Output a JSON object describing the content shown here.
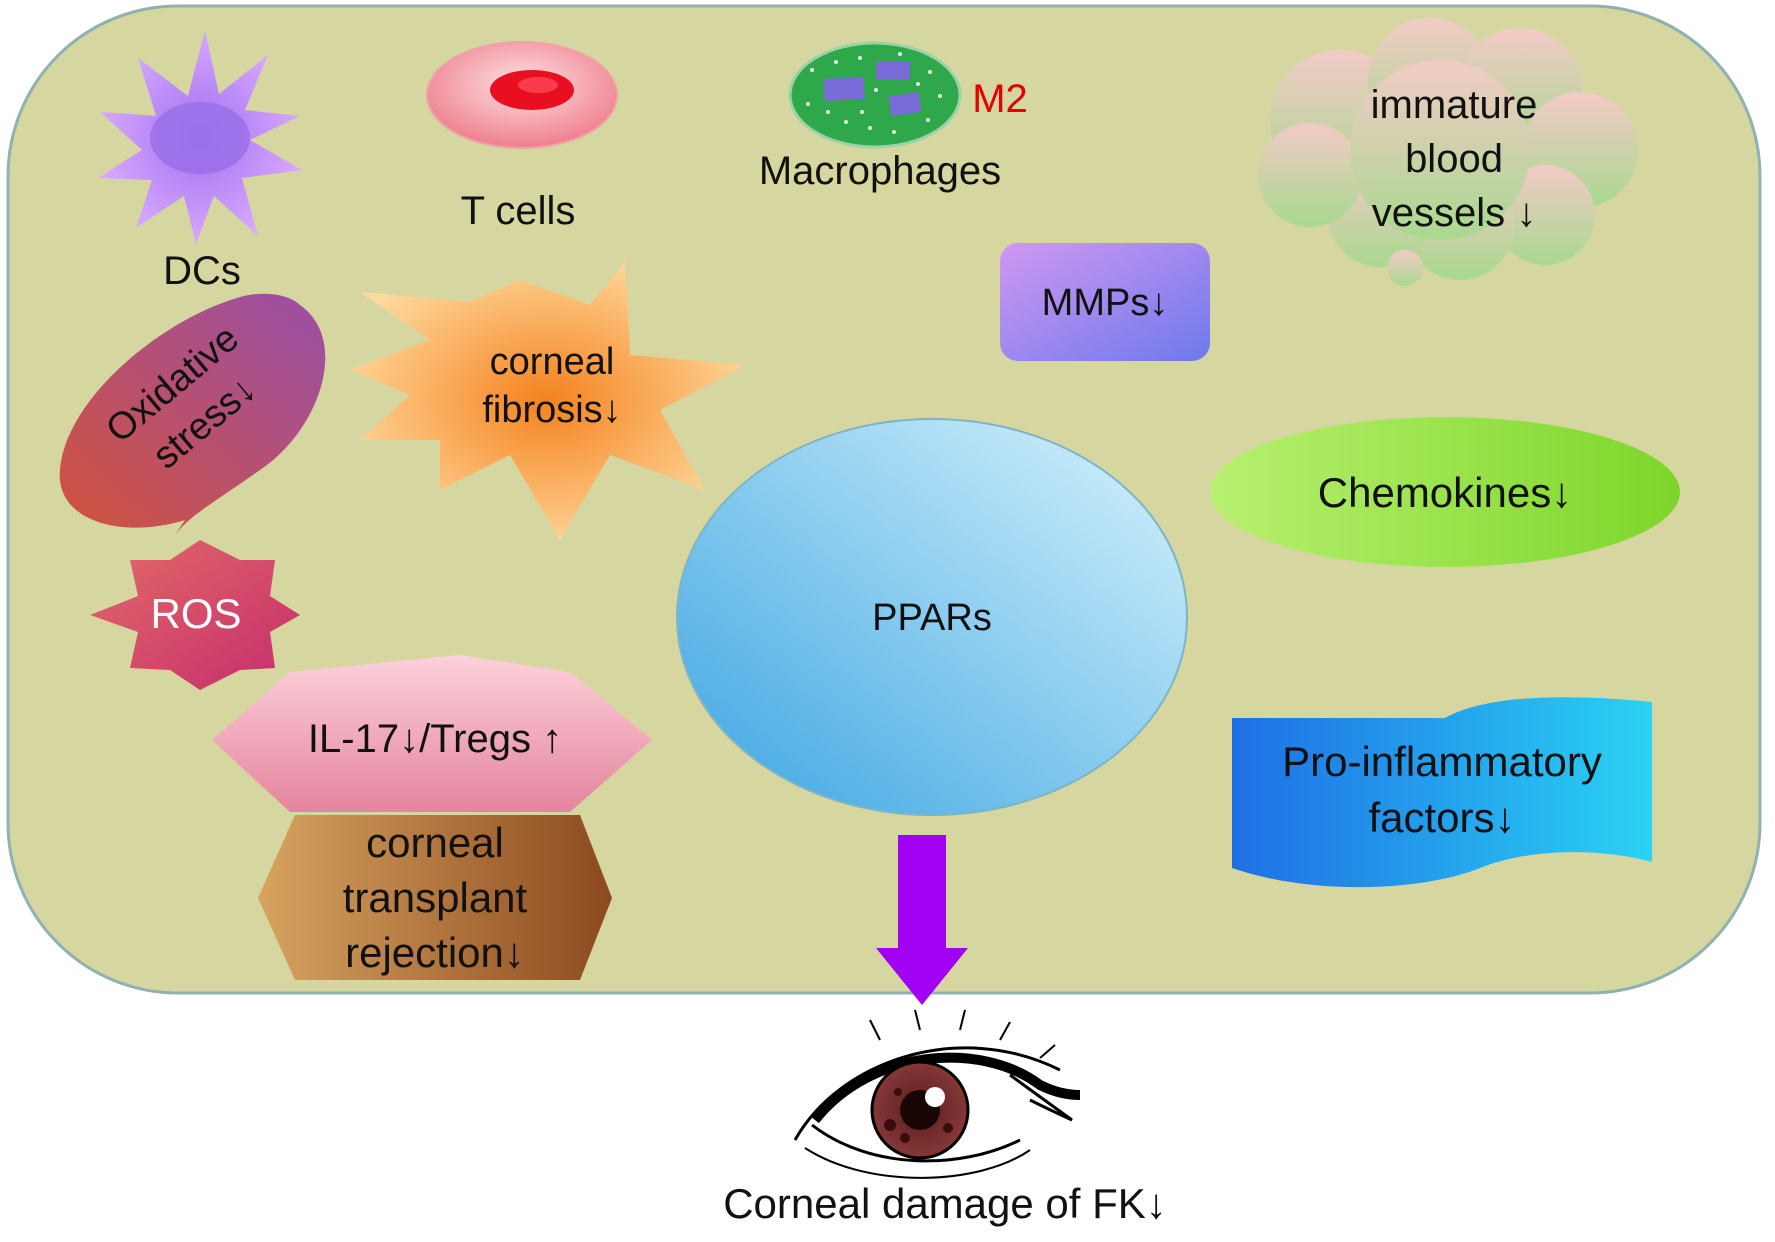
{
  "cells": {
    "dcs": "DCs",
    "t_cells": "T cells",
    "macrophages": "Macrophages",
    "m2": "M2"
  },
  "effects": {
    "oxidative_line1": "Oxidative",
    "oxidative_line2": "stress↓",
    "fibrosis_line1": "corneal",
    "fibrosis_line2": "fibrosis↓",
    "ros": "ROS",
    "il17": "IL-17↓/Tregs ↑",
    "transplant_line1": "corneal",
    "transplant_line2": "transplant",
    "transplant_line3": "rejection↓",
    "mmps": "MMPs↓",
    "vessels_line1": "immature",
    "vessels_line2": "blood",
    "vessels_line3": "vessels ↓",
    "chemokines": "Chemokines↓",
    "proinflam_line1": "Pro-inflammatory",
    "proinflam_line2": "factors↓"
  },
  "center": {
    "label": "PPARs"
  },
  "outcome": {
    "label": "Corneal damage of FK↓"
  },
  "colors": {
    "panel_fill": "#d6d6a0",
    "panel_stroke": "#8fb2b0",
    "arrow": "#a100f2",
    "m2_text": "#e60000",
    "ros_text": "#ffffff"
  }
}
